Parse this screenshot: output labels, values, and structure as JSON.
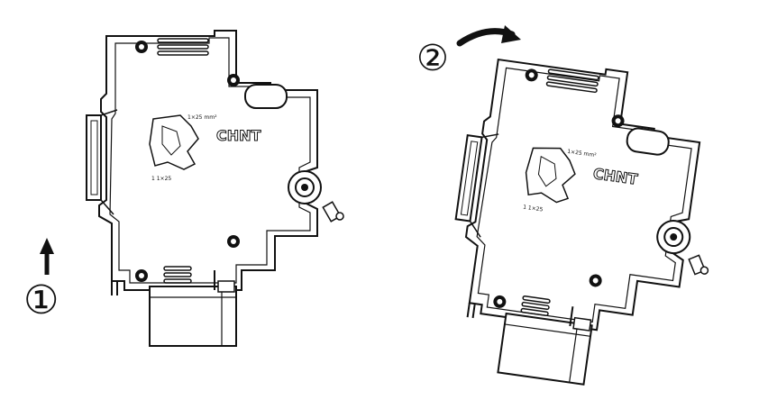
{
  "steps": [
    {
      "marker": "①",
      "direction": "up-arrow"
    },
    {
      "marker": "②",
      "direction": "curved-arrow-clockwise"
    }
  ],
  "device": {
    "brand": "CHNT",
    "small_label_1": "1×25 mm²",
    "small_label_2": "1 1×25"
  },
  "colors": {
    "line": "#111111",
    "fill": "#ffffff"
  }
}
